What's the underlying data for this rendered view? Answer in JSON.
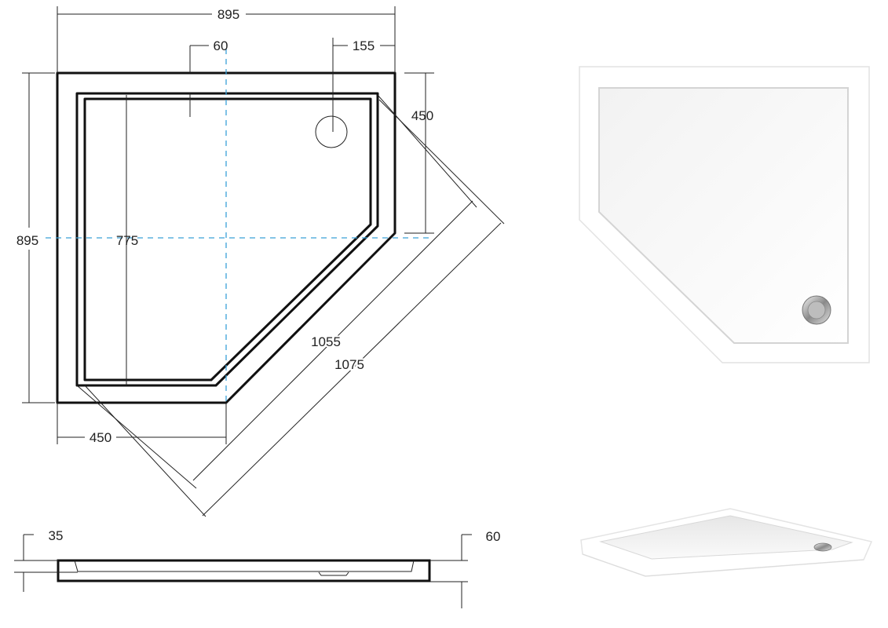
{
  "drawing": {
    "overall_width": "895",
    "overall_depth": "895",
    "rim_width": "60",
    "drain_offset": "155",
    "side_length_right": "450",
    "side_length_bottom": "450",
    "inner_depth": "775",
    "inner_diagonal": "1055",
    "outer_diagonal": "1075"
  },
  "side_view": {
    "inner_height": "35",
    "total_height": "60"
  },
  "colors": {
    "line": "#111111",
    "axis_dash": "#3aa0d8",
    "tray": "#ffffff"
  }
}
